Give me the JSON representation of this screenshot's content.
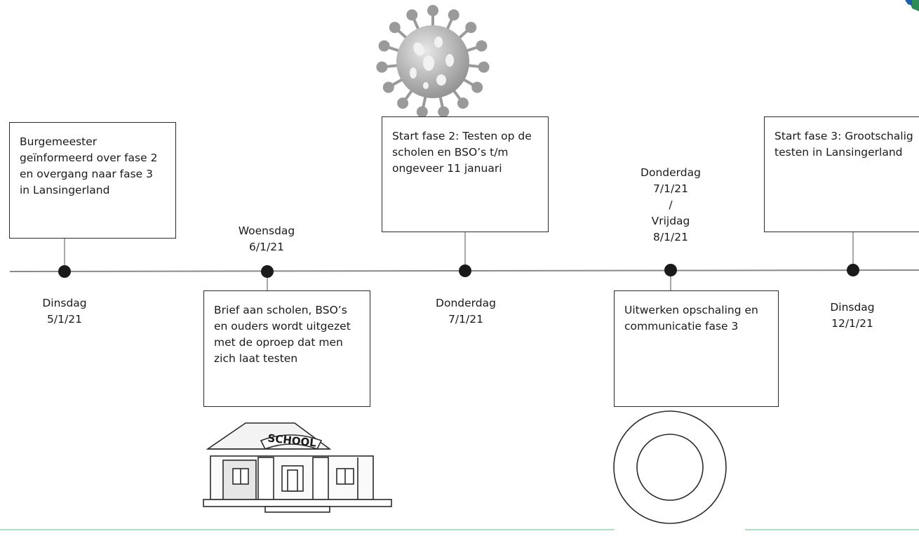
{
  "colors": {
    "line": "#8a8a8a",
    "dot": "#1a1a1a",
    "box_border": "#2b2b2b",
    "bottom_rule": "#7fc99a",
    "corner_logo": "#2e8b57",
    "virus_fill": "#b5b5b5"
  },
  "illustrations": {
    "virus": "coronavirus-icon",
    "school": "school-building-icon",
    "ring": "ring-icon",
    "school_sign": "SCHOOL"
  },
  "events": {
    "e1": {
      "box_text": "Burgemeester geïnformeerd over fase 2 en overgang naar fase 3 in Lansingerland",
      "date_lines": [
        "Dinsdag",
        "5/1/21"
      ]
    },
    "e2": {
      "box_text": "Brief aan scholen, BSO’s en ouders wordt uitgezet met de oproep dat men zich laat testen",
      "date_lines": [
        "Woensdag",
        "6/1/21"
      ]
    },
    "e3": {
      "box_text": "Start fase 2: Testen op de scholen en BSO’s t/m ongeveer 11 januari",
      "date_lines": [
        "Donderdag",
        "7/1/21"
      ]
    },
    "e4": {
      "box_text": "Uitwerken opschaling en communicatie fase 3",
      "date_lines": [
        "Donderdag",
        "7/1/21",
        "/",
        "Vrijdag",
        "8/1/21"
      ]
    },
    "e5": {
      "box_text": "Start fase 3: Grootschalig testen in Lansingerland",
      "date_lines": [
        "Dinsdag",
        "12/1/21"
      ]
    }
  }
}
